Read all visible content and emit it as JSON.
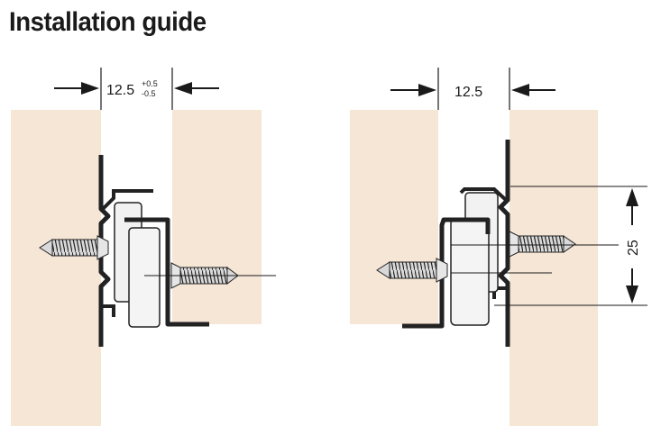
{
  "page": {
    "title": "Installation guide"
  },
  "left_diagram": {
    "gap_value": "12.5",
    "tolerance_upper": "+0.5",
    "tolerance_lower": "-0.5"
  },
  "right_diagram": {
    "gap_value": "12.5",
    "height_value": "25"
  },
  "colors": {
    "wood": "#f5e6d6",
    "line": "#1a1a1a",
    "rail": "#2a2a2a",
    "roller": "#f2f2f2",
    "screw": "#cfcfcf"
  }
}
